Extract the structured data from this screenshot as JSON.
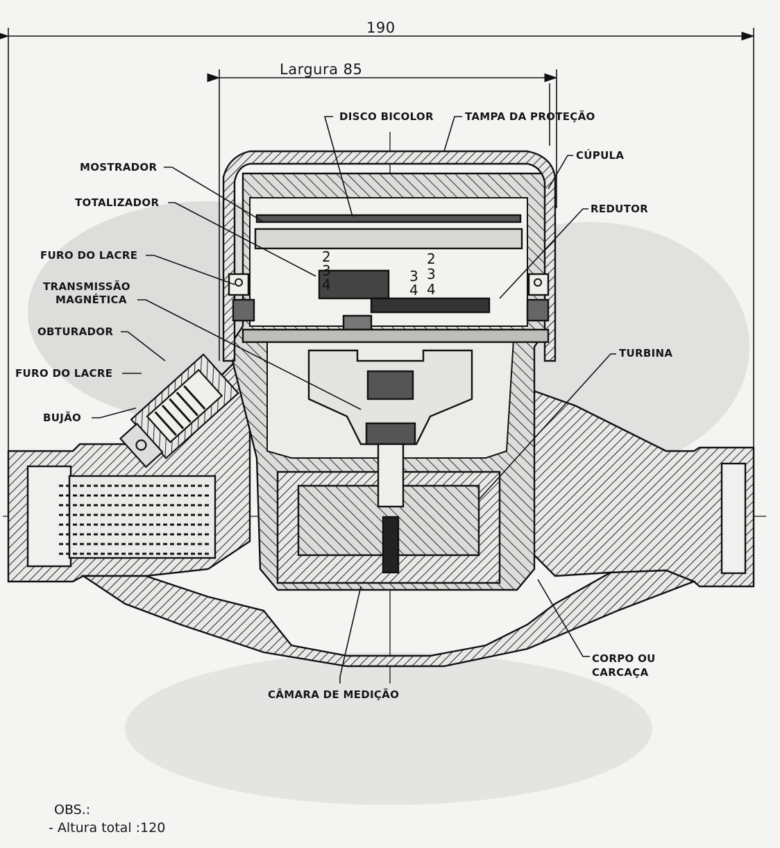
{
  "dimensions": {
    "total_width": "190",
    "width_label": "Largura 85"
  },
  "labels": {
    "disco_bicolor": "DISCO BICOLOR",
    "tampa_protecao": "TAMPA DA PROTEÇÃO",
    "cupula": "CÚPULA",
    "mostrador": "MOSTRADOR",
    "totalizador": "TOTALIZADOR",
    "redutor": "REDUTOR",
    "furo_lacre_top": "FURO DO LACRE",
    "transmissao_1": "TRANSMISSÃO",
    "transmissao_2": "MAGNÉTICA",
    "obturador": "OBTURADOR",
    "furo_lacre_bottom": "FURO DO LACRE",
    "bujao": "BUJÃO",
    "turbina": "TURBINA",
    "corpo_1": "CORPO OU",
    "corpo_2": "CARCAÇA",
    "camara": "CÂMARA DE MEDIÇÃO"
  },
  "dial_digits": {
    "left_column": [
      "2",
      "3",
      "4"
    ],
    "right_column_a": [
      "3",
      "4"
    ],
    "right_column_b": [
      "2",
      "3",
      "4"
    ]
  },
  "notes": {
    "obs": "OBS.:",
    "altura": "- Altura total :120"
  }
}
